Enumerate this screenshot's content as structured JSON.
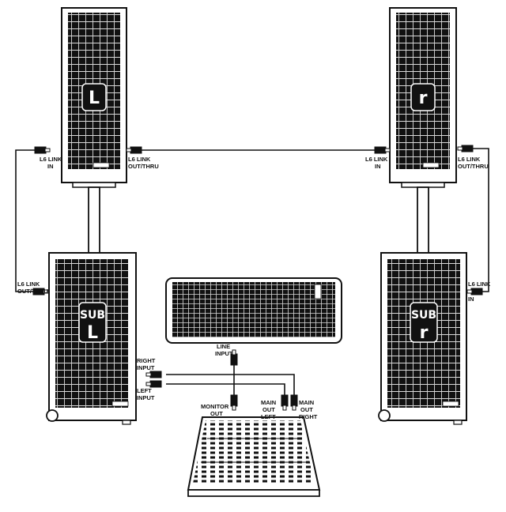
{
  "colors": {
    "ink": "#111111",
    "paper": "#ffffff",
    "grille": "#d9d9d9"
  },
  "top_left_speaker": {
    "badge": "L"
  },
  "top_right_speaker": {
    "badge": "r"
  },
  "sub_left": {
    "badge_line1": "SUB",
    "badge_line2": "L"
  },
  "sub_right": {
    "badge_line1": "SUB",
    "badge_line2": "r"
  },
  "labels": {
    "tl_link_in": [
      "L6 LINK",
      "IN"
    ],
    "tl_link_out": [
      "L6 LINK",
      "OUT/THRU"
    ],
    "tr_link_in": [
      "L6 LINK",
      "IN"
    ],
    "tr_link_out": [
      "L6 LINK",
      "OUT/THRU"
    ],
    "subl_link_out": [
      "L6 LINK",
      "OUT/THRU"
    ],
    "subr_link_in": [
      "L6 LINK",
      "IN"
    ],
    "right_input": [
      "RIGHT",
      "INPUT"
    ],
    "left_input": [
      "LEFT",
      "INPUT"
    ],
    "line_input": [
      "LINE",
      "INPUT"
    ],
    "monitor_out": [
      "MONITOR",
      "OUT"
    ],
    "main_out_left": [
      "MAIN",
      "OUT",
      "LEFT"
    ],
    "main_out_right": [
      "MAIN",
      "OUT",
      "RIGHT"
    ]
  }
}
